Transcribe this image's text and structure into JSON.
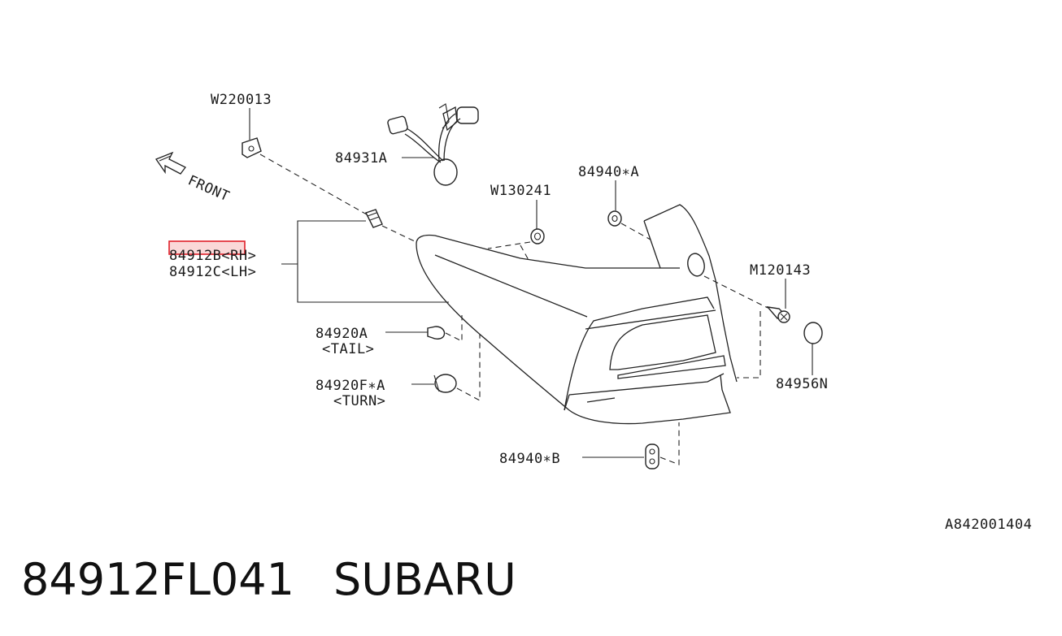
{
  "diagram": {
    "labels": {
      "w220013": "W220013",
      "p84931a": "84931A",
      "front": "FRONT",
      "w130241": "W130241",
      "p84940a": "84940∗A",
      "p84912b": "84912B<RH>",
      "p84912c": "84912C<LH>",
      "m120143": "M120143",
      "p84920a": "84920A",
      "tail": "<TAIL>",
      "p84920f": "84920F∗A",
      "turn": "<TURN>",
      "p84956n": "84956N",
      "p84940b": "84940∗B",
      "diagram_code": "A842001404"
    },
    "highlight_color": "#e0202a"
  },
  "footer": {
    "part_number": "84912FL041",
    "brand": "SUBARU"
  }
}
